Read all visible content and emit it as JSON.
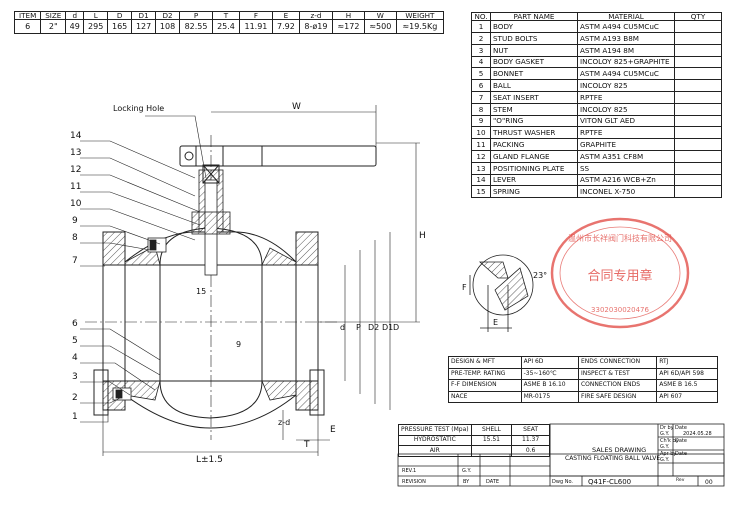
{
  "dims": {
    "headers": [
      "ITEM",
      "SIZE",
      "d",
      "L",
      "D",
      "D1",
      "D2",
      "P",
      "T",
      "F",
      "E",
      "z-d",
      "H",
      "W",
      "WEIGHT"
    ],
    "values": [
      "6",
      "2\"",
      "49",
      "295",
      "165",
      "127",
      "108",
      "82.55",
      "25.4",
      "11.91",
      "7.92",
      "8-ø19",
      "≈172",
      "≈500",
      "≈19.5Kg"
    ]
  },
  "bom": {
    "headers": [
      "NO.",
      "PART NAME",
      "MATERIAL",
      "QTY"
    ],
    "rows": [
      [
        "1",
        "BODY",
        "ASTM A494 CU5MCuC",
        ""
      ],
      [
        "2",
        "STUD BOLTS",
        "ASTM A193 B8M",
        ""
      ],
      [
        "3",
        "NUT",
        "ASTM A194 8M",
        ""
      ],
      [
        "4",
        "BODY GASKET",
        "INCOLOY 825+GRAPHITE",
        ""
      ],
      [
        "5",
        "BONNET",
        "ASTM A494 CU5MCuC",
        ""
      ],
      [
        "6",
        "BALL",
        "INCOLOY 825",
        ""
      ],
      [
        "7",
        "SEAT INSERT",
        "RPTFE",
        ""
      ],
      [
        "8",
        "STEM",
        "INCOLOY 825",
        ""
      ],
      [
        "9",
        "\"O\"RING",
        "VITON GLT AED",
        ""
      ],
      [
        "10",
        "THRUST WASHER",
        "RPTFE",
        ""
      ],
      [
        "11",
        "PACKING",
        "GRAPHITE",
        ""
      ],
      [
        "12",
        "GLAND FLANGE",
        "ASTM A351 CF8M",
        ""
      ],
      [
        "13",
        "POSITIONING PLATE",
        "SS",
        ""
      ],
      [
        "14",
        "LEVER",
        "ASTM A216 WCB+Zn",
        ""
      ],
      [
        "15",
        "SPRING",
        "INCONEL X-750",
        ""
      ]
    ]
  },
  "spec": {
    "rows": [
      [
        "DESIGN & MFT",
        "API 6D",
        "ENDS CONNECTION",
        "RTJ"
      ],
      [
        "PRE-TEMP. RATING",
        "-35~160℃",
        "INSPECT & TEST",
        "API 6D/API 598"
      ],
      [
        "F-F DIMENSION",
        "ASME B 16.10",
        "CONNECTION ENDS",
        "ASME B 16.5"
      ],
      [
        "NACE",
        "MR-0175",
        "FIRE SAFE DESIGN",
        "API 607"
      ]
    ]
  },
  "ptest": {
    "headers": [
      "PRESSURE TEST (Mpa)",
      "SHELL",
      "SEAT"
    ],
    "rows": [
      [
        "HYDROSTATIC",
        "15.51",
        "11.37"
      ],
      [
        "AIR",
        "",
        "0.6"
      ]
    ]
  },
  "title_block": {
    "title1": "SALES DRAWING",
    "title2": "CASTING FLOATING BALL VALVE",
    "dwg_no_label": "Dwg No.",
    "dwg_no": "Q41F-CL600",
    "rev_label": "Rev",
    "rev": "00",
    "rev1": "REV.1",
    "revision": "REVISION",
    "gy": "G.Y.",
    "by": "BY",
    "date": "DATE",
    "dr_by": "Dr by",
    "dr_by_val": "G.Y.",
    "date_label": "Date",
    "date_val": "2024.05.28",
    "chk_by": "Ch'k by",
    "chk_val": "G.Y.",
    "apr_by": "Apr by",
    "apr_val": "G.Y."
  },
  "labels": {
    "locking_hole": "Locking Hole",
    "W": "W",
    "H": "H",
    "L": "L±1.5",
    "T": "T",
    "E": "E",
    "F": "F",
    "zd": "z-d",
    "angle": "23°",
    "d": "d",
    "P": "P",
    "D2": "D2",
    "D1": "D1",
    "D": "D",
    "callouts": [
      "14",
      "13",
      "12",
      "11",
      "10",
      "9",
      "8",
      "7",
      "6",
      "5",
      "4",
      "3",
      "2",
      "1"
    ],
    "num15": "15",
    "num9": "9"
  },
  "stamp": {
    "text": "温州市长祥阀门科技有限公司",
    "mid": "合同专用章",
    "code": "3302030020476"
  },
  "colors": {
    "stamp": "#e0453f",
    "line": "#222222"
  }
}
